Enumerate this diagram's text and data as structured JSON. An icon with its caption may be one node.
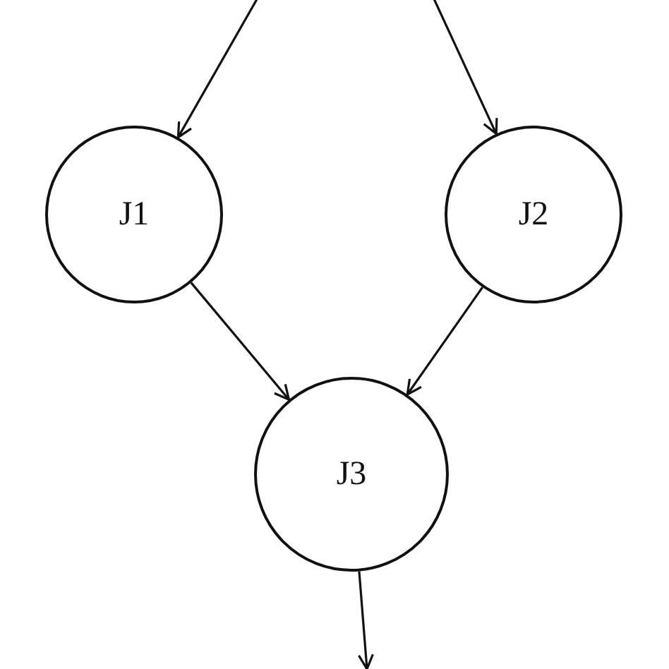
{
  "diagram": {
    "nodes": [
      {
        "text": [
          "J1"
        ]
      },
      {
        "text": [
          "J2"
        ]
      },
      {
        "text": [
          "J3"
        ]
      }
    ],
    "edges": [
      {
        "from": null,
        "to": 0,
        "arrow": "to"
      },
      {
        "from": null,
        "to": 1,
        "arrow": "to"
      },
      {
        "from": 0,
        "to": 2,
        "arrow": "to"
      },
      {
        "from": 1,
        "to": 2,
        "arrow": "to"
      },
      {
        "from": 2,
        "to": null,
        "arrow": "to"
      }
    ]
  }
}
